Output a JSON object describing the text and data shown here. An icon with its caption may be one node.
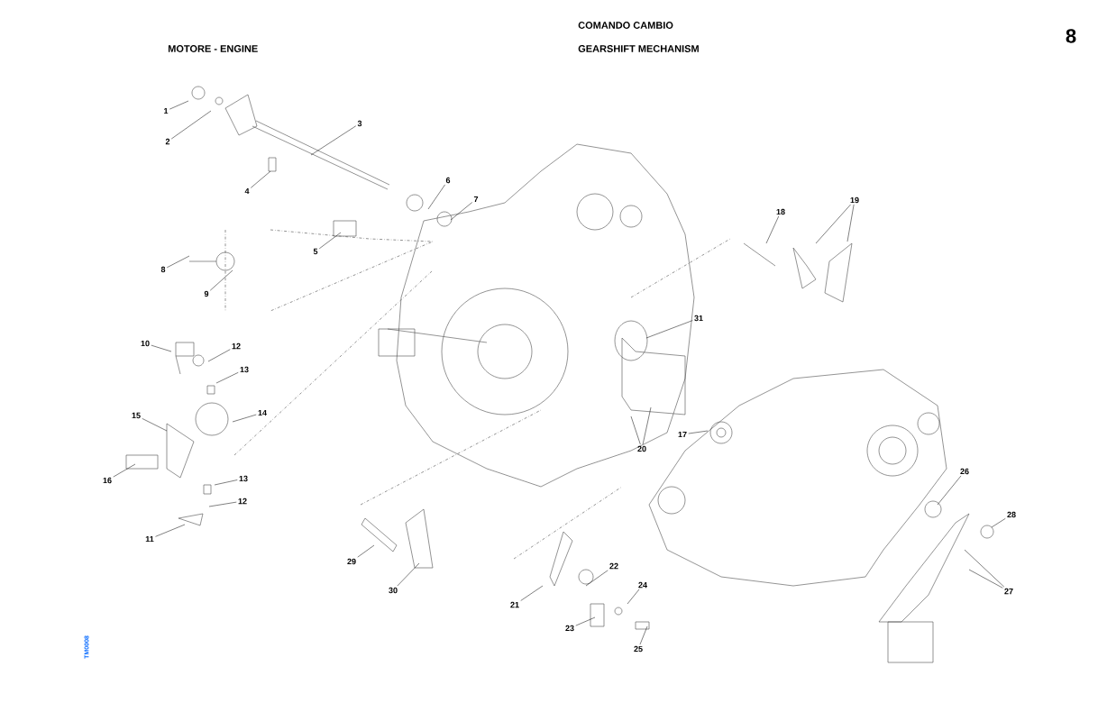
{
  "diagram": {
    "nodes": [
      {
        "text": [
          "1"
        ]
      },
      {
        "text": [
          "2"
        ]
      },
      {
        "text": [
          "3"
        ]
      },
      {
        "text": [
          "4"
        ]
      },
      {
        "text": [
          "5"
        ]
      },
      {
        "text": [
          "6"
        ]
      },
      {
        "text": [
          "7"
        ]
      },
      {
        "text": [
          "8"
        ]
      },
      {
        "text": [
          "9"
        ]
      },
      {
        "text": [
          "10"
        ]
      },
      {
        "text": [
          "12"
        ]
      },
      {
        "text": [
          "13"
        ]
      },
      {
        "text": [
          "14"
        ]
      },
      {
        "text": [
          "15"
        ]
      },
      {
        "text": [
          "16"
        ]
      },
      {
        "text": [
          "13"
        ]
      },
      {
        "text": [
          "12"
        ]
      },
      {
        "text": [
          "11"
        ]
      },
      {
        "text": [
          "29"
        ]
      },
      {
        "text": [
          "30"
        ]
      },
      {
        "text": [
          "31"
        ]
      },
      {
        "text": [
          "17"
        ]
      },
      {
        "text": [
          "18"
        ]
      },
      {
        "text": [
          "19"
        ]
      },
      {
        "text": [
          "20"
        ]
      },
      {
        "text": [
          "21"
        ]
      },
      {
        "text": [
          "22"
        ]
      },
      {
        "text": [
          "23"
        ]
      },
      {
        "text": [
          "24"
        ]
      },
      {
        "text": [
          "25"
        ]
      },
      {
        "text": [
          "26"
        ]
      },
      {
        "text": [
          "27"
        ]
      },
      {
        "text": [
          "28"
        ]
      }
    ],
    "edges": [
      {
        "from": 0,
        "to": null,
        "arrow": "none"
      },
      {
        "from": 1,
        "to": null,
        "arrow": "none"
      },
      {
        "from": 2,
        "to": null,
        "arrow": "none"
      },
      {
        "from": 3,
        "to": null,
        "arrow": "none"
      },
      {
        "from": 4,
        "to": null,
        "arrow": "none"
      },
      {
        "from": 5,
        "to": null,
        "arrow": "none"
      },
      {
        "from": 6,
        "to": null,
        "arrow": "none"
      },
      {
        "from": 7,
        "to": null,
        "arrow": "none"
      },
      {
        "from": 8,
        "to": null,
        "arrow": "none"
      },
      {
        "from": 9,
        "to": null,
        "arrow": "none"
      },
      {
        "from": 10,
        "to": null,
        "arrow": "none"
      },
      {
        "from": 11,
        "to": null,
        "arrow": "none"
      },
      {
        "from": 12,
        "to": null,
        "arrow": "none"
      },
      {
        "from": 13,
        "to": null,
        "arrow": "none"
      },
      {
        "from": 14,
        "to": null,
        "arrow": "none"
      },
      {
        "from": 15,
        "to": null,
        "arrow": "none"
      },
      {
        "from": 16,
        "to": null,
        "arrow": "none"
      },
      {
        "from": 17,
        "to": null,
        "arrow": "none"
      },
      {
        "from": 18,
        "to": null,
        "arrow": "none"
      },
      {
        "from": 19,
        "to": null,
        "arrow": "none"
      },
      {
        "from": 20,
        "to": null,
        "arrow": "none"
      },
      {
        "from": 21,
        "to": null,
        "arrow": "none"
      },
      {
        "from": 22,
        "to": null,
        "arrow": "none"
      },
      {
        "from": 23,
        "to": null,
        "arrow": "none"
      },
      {
        "from": 23,
        "to": null,
        "arrow": "none"
      },
      {
        "from": 24,
        "to": null,
        "arrow": "none"
      },
      {
        "from": 24,
        "to": null,
        "arrow": "none"
      },
      {
        "from": 25,
        "to": null,
        "arrow": "none"
      },
      {
        "from": 26,
        "to": null,
        "arrow": "none"
      },
      {
        "from": 27,
        "to": null,
        "arrow": "none"
      },
      {
        "from": 28,
        "to": null,
        "arrow": "none"
      },
      {
        "from": 29,
        "to": null,
        "arrow": "none"
      },
      {
        "from": 30,
        "to": null,
        "arrow": "none"
      },
      {
        "from": 31,
        "to": null,
        "arrow": "none"
      },
      {
        "from": 31,
        "to": null,
        "arrow": "none"
      },
      {
        "from": 32,
        "to": null,
        "arrow": "none"
      }
    ],
    "labels": [
      "MOTORE - ENGINE",
      "COMANDO CAMBIO",
      "GEARSHIFT MECHANISM",
      "8",
      "TM0008"
    ]
  }
}
